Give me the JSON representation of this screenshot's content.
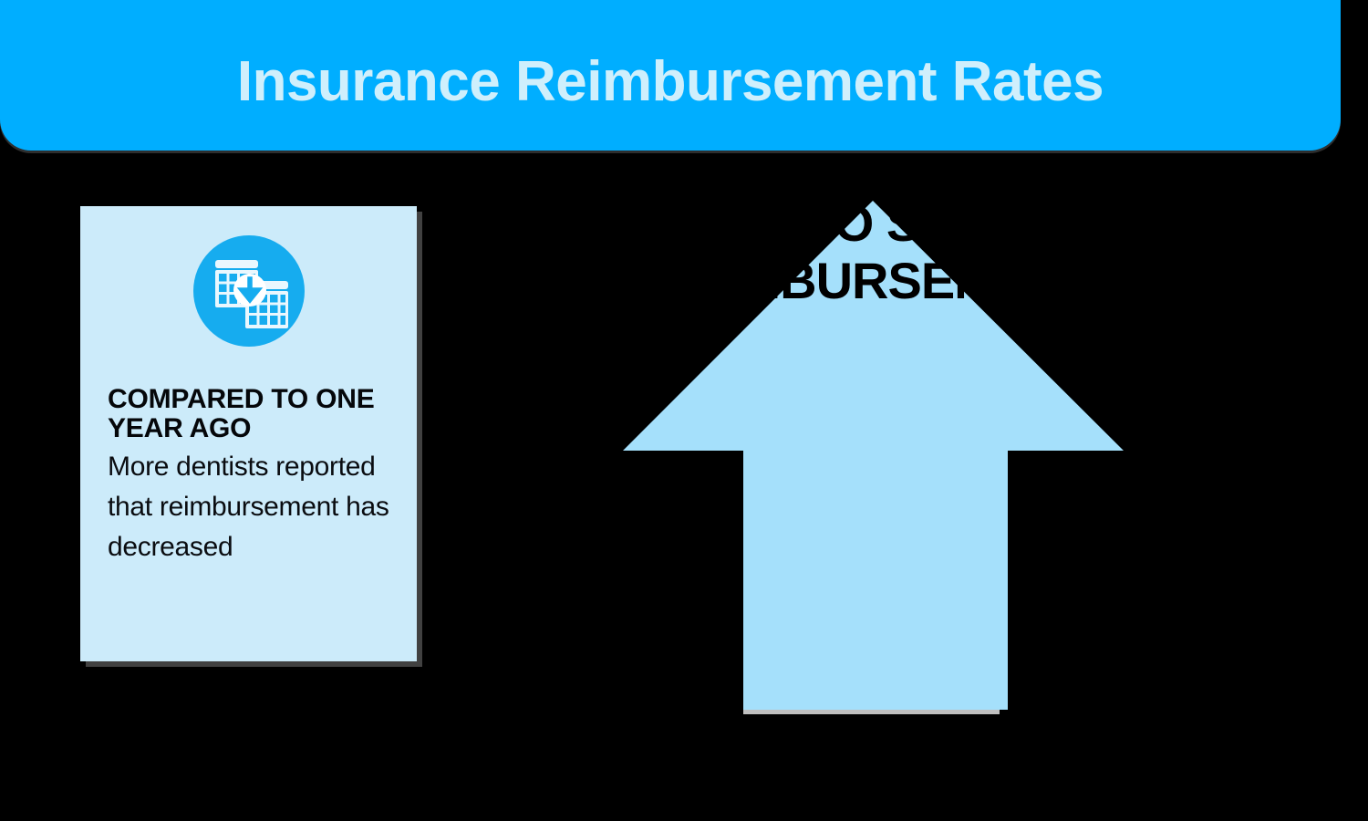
{
  "header": {
    "title": "Insurance Reimbursement Rates",
    "background_color": "#00AEFF",
    "text_color": "#CFEFFC"
  },
  "stat_card": {
    "icon_name": "calendar-comparison-down-arrow-icon",
    "background_color": "#CCEBFA",
    "icon_circle_color": "#16ACEF",
    "heading": "COMPARED TO ONE YEAR AGO",
    "body": "More dentists reported that reimbursement has decreased"
  },
  "arrow_callout": {
    "arrow_icon_name": "up-arrow-icon",
    "arrow_color": "#A5E0FB",
    "text_color": "#000000",
    "lines": [
      "WHO SAW",
      "REIMBURSEMENT"
    ],
    "line_1": "WHO SAW",
    "line_2": "REIMBURSEMENT"
  },
  "chart_data": {
    "type": "bar",
    "title": "Insurance Reimbursement Rates",
    "categories": [
      "Compared to one year ago"
    ],
    "values": [],
    "annotations": [
      "More dentists reported that reimbursement has decreased"
    ],
    "xlabel": "",
    "ylabel": ""
  }
}
